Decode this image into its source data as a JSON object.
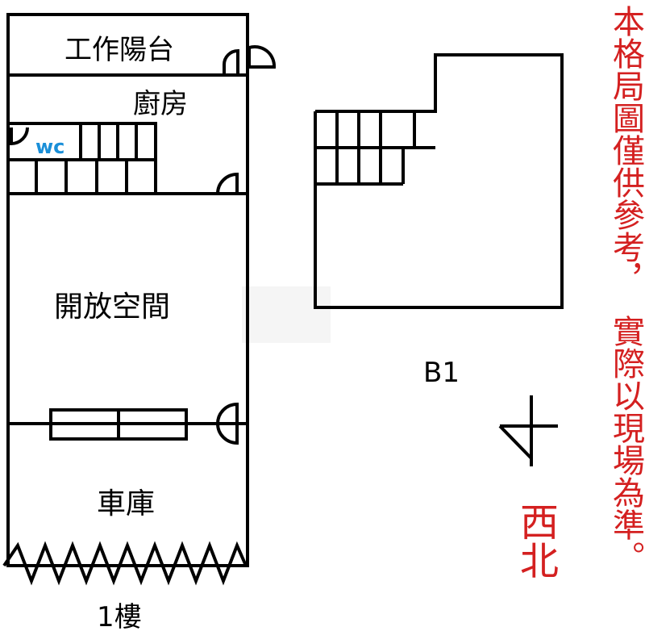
{
  "floor1": {
    "rooms": {
      "work_balcony": "工作陽台",
      "kitchen": "廚房",
      "wc": "wc",
      "open_space": "開放空間",
      "garage": "車庫"
    },
    "floor_label": "1樓"
  },
  "basement": {
    "label": "B1"
  },
  "compass": {
    "direction": "西北"
  },
  "disclaimer": {
    "column1": "本格局圖僅供參考，",
    "column2": "實際以現場為準。"
  },
  "colors": {
    "wall": "#000000",
    "wc_text": "#1a8fd8",
    "red_text": "#d42020",
    "watermark": "#e6e6e6"
  }
}
